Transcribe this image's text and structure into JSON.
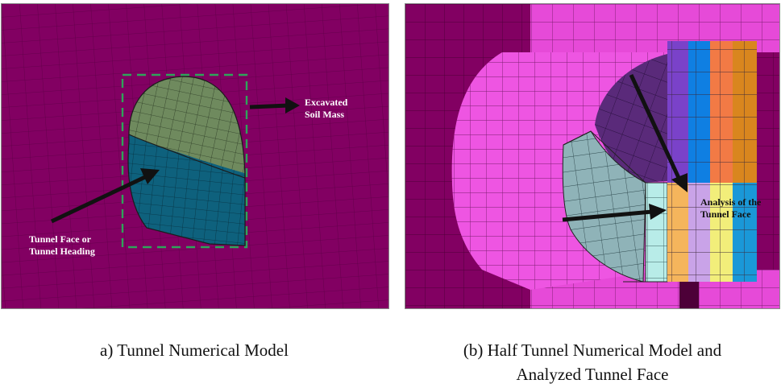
{
  "figure": {
    "panel_a": {
      "caption": "a) Tunnel Numerical Model",
      "labels": {
        "excavated_line1": "Excavated",
        "excavated_line2": "Soil Mass",
        "face_line1": "Tunnel Face or",
        "face_line2": "Tunnel Heading"
      }
    },
    "panel_b": {
      "caption_line1": "(b) Half Tunnel Numerical Model and",
      "caption_line2": "Analyzed Tunnel Face",
      "labels": {
        "analysis_line1": "Analysis of the",
        "analysis_line2": "Tunnel Face"
      }
    }
  },
  "colors": {
    "soil_mesh": "#820062",
    "excavated_top": "#6f8a5e",
    "tunnel_face": "#0e617d",
    "dashed_box": "#2fa35a",
    "tunnel_lining": "#e64ad8",
    "tunnel_interior": "#5a2a7a",
    "face_cyan": "#b8ece8",
    "arrow": "#111111"
  }
}
